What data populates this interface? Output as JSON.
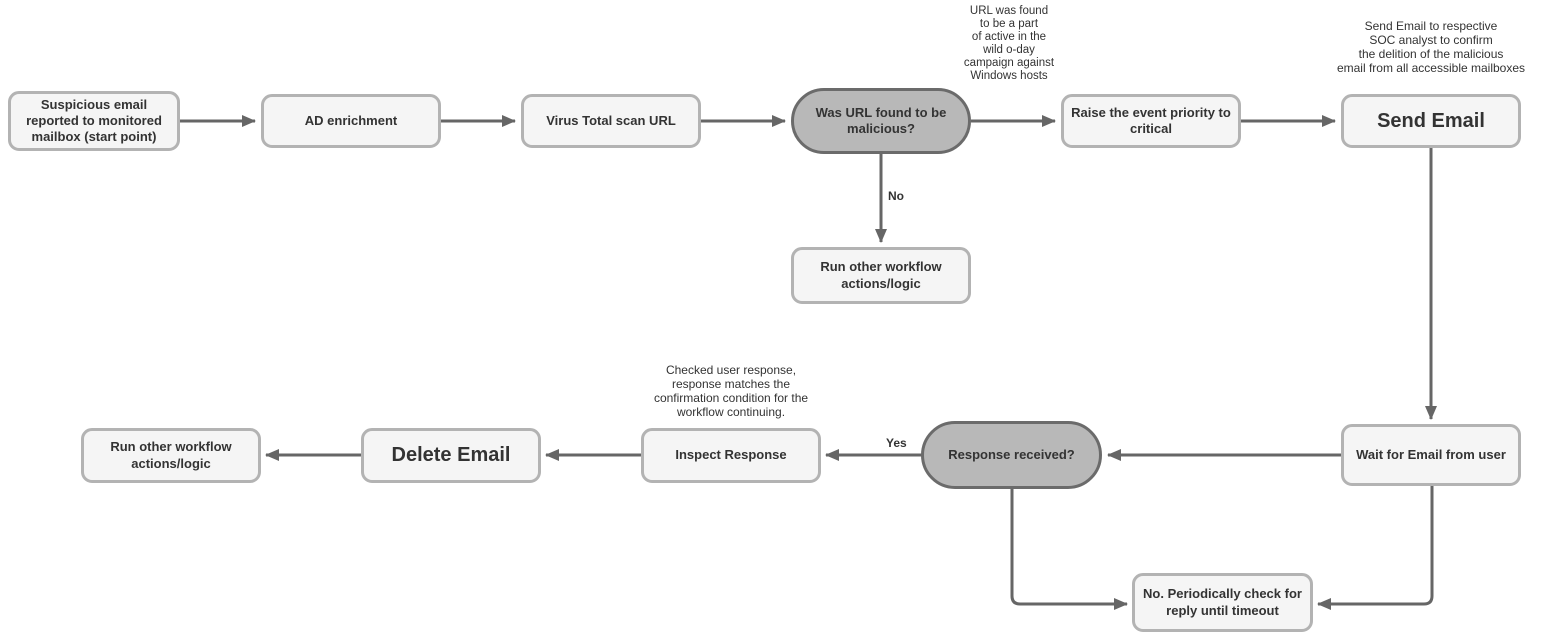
{
  "diagram": {
    "colors": {
      "node_fill": "#f5f5f5",
      "node_border": "#b3b3b3",
      "decision_fill": "#b8b8b8",
      "decision_border": "#6b6b6b",
      "arrow_color": "#666666",
      "text_color": "#333333",
      "background": "#ffffff"
    },
    "nodes": {
      "start": "Suspicious email reported to monitored mailbox (start point)",
      "ad_enrichment": "AD enrichment",
      "virus_total_scan": "Virus Total scan URL",
      "url_malicious_decision": "Was URL found to be malicious?",
      "raise_priority": "Raise the event priority to critical",
      "send_email": "Send Email",
      "run_other_workflow_no_branch": "Run other workflow actions/logic",
      "wait_for_email": "Wait for Email from user",
      "response_received_decision": "Response received?",
      "periodic_check": "No. Periodically check for reply until timeout",
      "inspect_response": "Inspect Response",
      "delete_email": "Delete Email",
      "run_other_workflow_end": "Run other workflow actions/logic"
    },
    "annotations": {
      "url_campaign_note": "URL was found\nto be a part\nof active in the\nwild o-day\ncampaign against\nWindows hosts",
      "send_email_note": "Send Email to respective\nSOC analyst to confirm\nthe delition of the malicious\nemail from all accessible mailboxes",
      "inspect_response_note": "Checked user response,\nresponse matches the\nconfirmation condition for the\nworkflow continuing."
    },
    "edge_labels": {
      "no": "No",
      "yes": "Yes"
    }
  }
}
